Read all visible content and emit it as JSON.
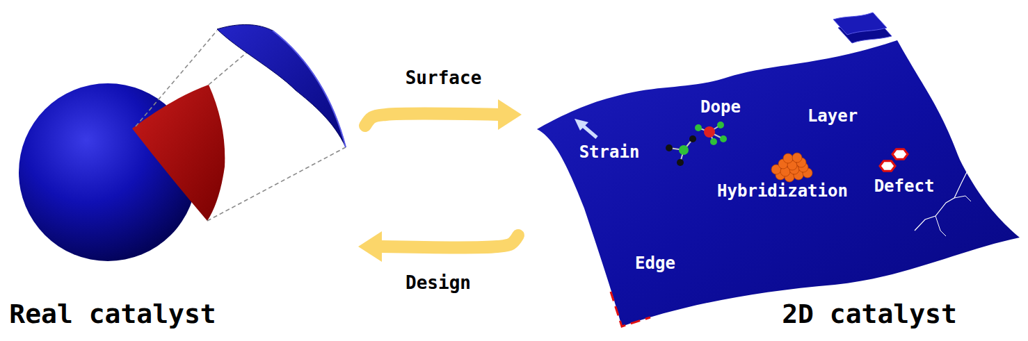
{
  "diagram": {
    "nodes": [
      {
        "text": [
          "Real catalyst"
        ]
      },
      {
        "text": [
          "2D catalyst",
          "Strain",
          "Dope",
          "Layer",
          "Hybridization",
          "Defect",
          "Edge"
        ]
      }
    ],
    "edges": [
      {
        "from": 0,
        "to": 1,
        "arrow": "to",
        "label": "Surface"
      },
      {
        "from": 1,
        "to": 0,
        "arrow": "to",
        "label": "Design"
      }
    ]
  }
}
